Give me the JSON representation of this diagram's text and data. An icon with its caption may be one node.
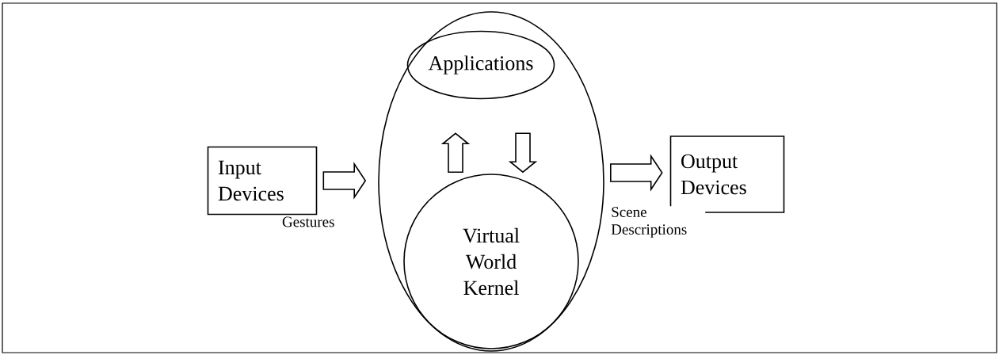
{
  "diagram": {
    "nodes": [
      {
        "text": [
          "Input Devices"
        ]
      },
      {
        "text": [],
        "shape": "ellipse"
      },
      {
        "text": [
          "Applications"
        ],
        "in": 1
      },
      {
        "text": [
          "Virtual World Kernel"
        ],
        "in": 1
      },
      {
        "text": [
          "Output Devices"
        ]
      }
    ],
    "edges": [
      {
        "from": 0,
        "to": 1,
        "arrow": "to",
        "label": "Gestures"
      },
      {
        "from": 1,
        "to": 4,
        "arrow": "to",
        "label": "Scene Descriptions"
      },
      {
        "from": 3,
        "to": 2,
        "arrow": "to"
      },
      {
        "from": 2,
        "to": 3,
        "arrow": "to"
      }
    ]
  }
}
